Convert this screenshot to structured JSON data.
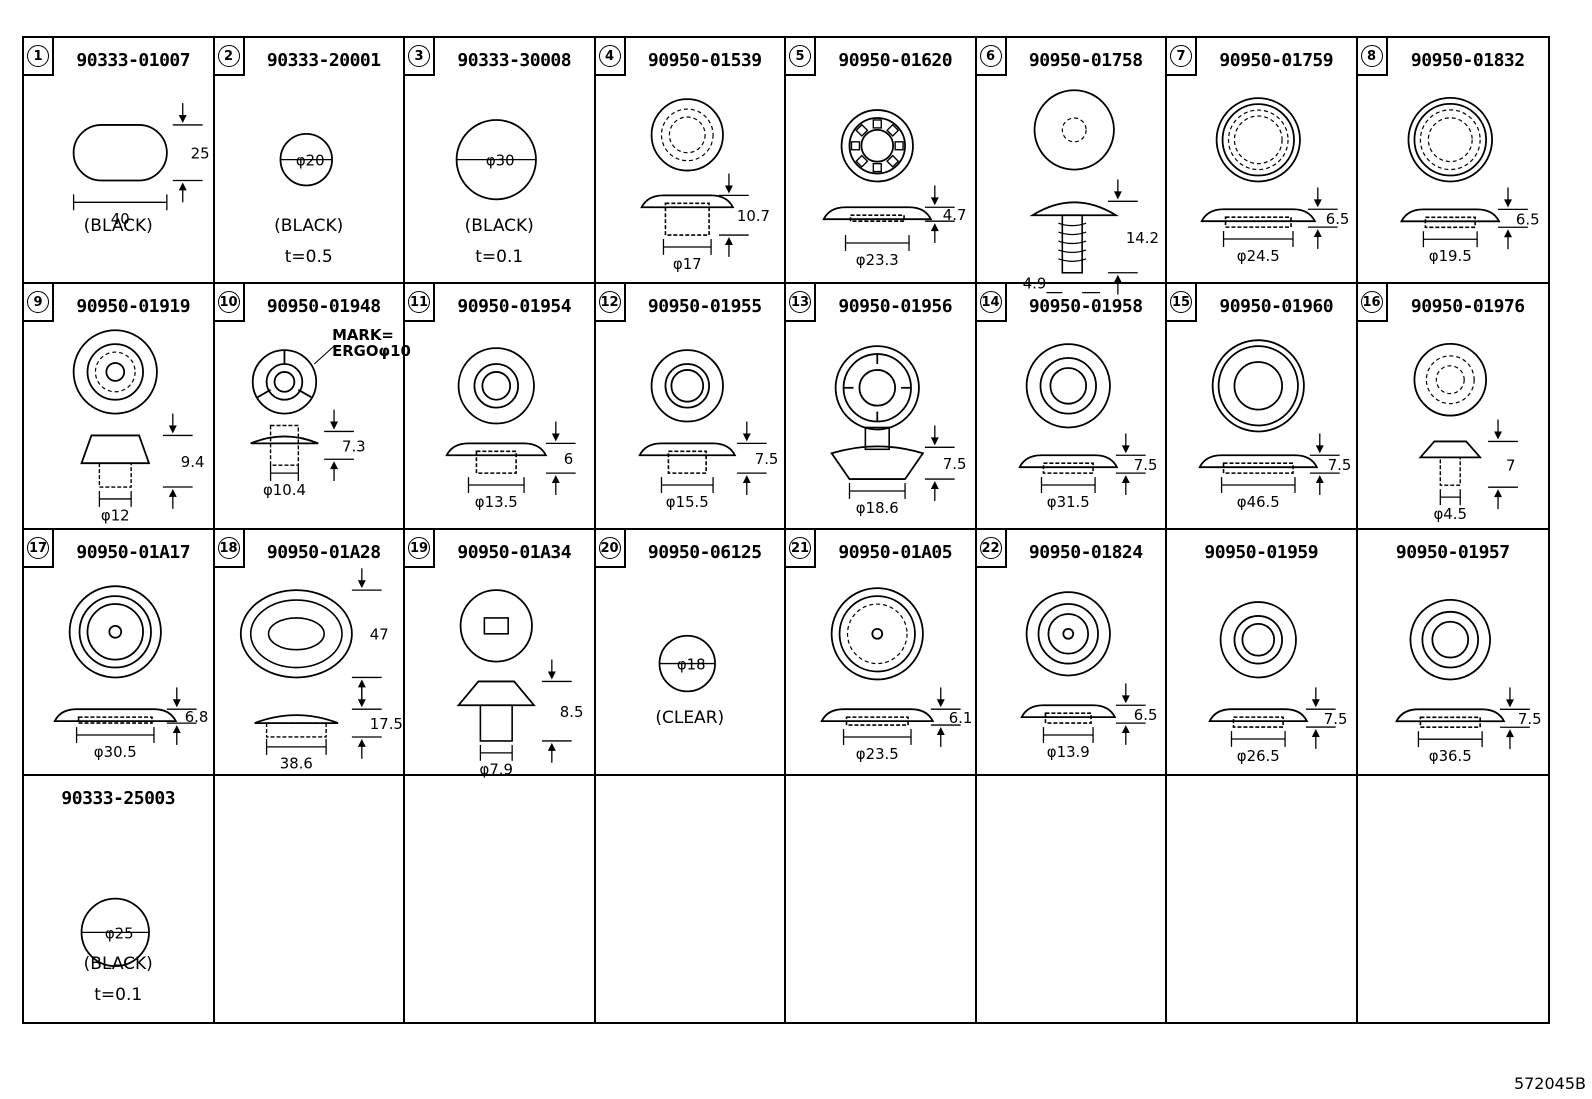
{
  "parts": [
    {
      "no": "1",
      "pn": "90333-01007",
      "dims": [
        "40",
        "25"
      ],
      "notes": [
        "(BLACK)"
      ]
    },
    {
      "no": "2",
      "pn": "90333-20001",
      "dims": [
        "φ20"
      ],
      "notes": [
        "(BLACK)",
        "t=0.5"
      ]
    },
    {
      "no": "3",
      "pn": "90333-30008",
      "dims": [
        "φ30"
      ],
      "notes": [
        "(BLACK)",
        "t=0.1"
      ]
    },
    {
      "no": "4",
      "pn": "90950-01539",
      "dims": [
        "10.7",
        "φ17"
      ]
    },
    {
      "no": "5",
      "pn": "90950-01620",
      "dims": [
        "4.7",
        "φ23.3"
      ]
    },
    {
      "no": "6",
      "pn": "90950-01758",
      "dims": [
        "14.2",
        "4.9"
      ]
    },
    {
      "no": "7",
      "pn": "90950-01759",
      "dims": [
        "6.5",
        "φ24.5"
      ]
    },
    {
      "no": "8",
      "pn": "90950-01832",
      "dims": [
        "6.5",
        "φ19.5"
      ]
    },
    {
      "no": "9",
      "pn": "90950-01919",
      "dims": [
        "9.4",
        "φ12"
      ]
    },
    {
      "no": "10",
      "pn": "90950-01948",
      "dims": [
        "7.3",
        "φ10.4"
      ],
      "mark": [
        "MARK=",
        "ERGOφ10"
      ]
    },
    {
      "no": "11",
      "pn": "90950-01954",
      "dims": [
        "6",
        "φ13.5"
      ]
    },
    {
      "no": "12",
      "pn": "90950-01955",
      "dims": [
        "7.5",
        "φ15.5"
      ]
    },
    {
      "no": "13",
      "pn": "90950-01956",
      "dims": [
        "7.5",
        "φ18.6"
      ]
    },
    {
      "no": "14",
      "pn": "90950-01958",
      "dims": [
        "7.5",
        "φ31.5"
      ]
    },
    {
      "no": "15",
      "pn": "90950-01960",
      "dims": [
        "7.5",
        "φ46.5"
      ]
    },
    {
      "no": "16",
      "pn": "90950-01976",
      "dims": [
        "7",
        "φ4.5"
      ]
    },
    {
      "no": "17",
      "pn": "90950-01A17",
      "dims": [
        "6.8",
        "φ30.5"
      ]
    },
    {
      "no": "18",
      "pn": "90950-01A28",
      "dims": [
        "17.5",
        "38.6",
        "47"
      ]
    },
    {
      "no": "19",
      "pn": "90950-01A34",
      "dims": [
        "8.5",
        "φ7.9"
      ]
    },
    {
      "no": "20",
      "pn": "90950-06125",
      "dims": [
        "φ18"
      ],
      "notes": [
        "(CLEAR)"
      ]
    },
    {
      "no": "21",
      "pn": "90950-01A05",
      "dims": [
        "6.1",
        "φ23.5"
      ]
    },
    {
      "no": "22",
      "pn": "90950-01824",
      "dims": [
        "6.5",
        "φ13.9"
      ]
    },
    {
      "no": "",
      "pn": "90950-01959",
      "dims": [
        "7.5",
        "φ26.5"
      ]
    },
    {
      "no": "",
      "pn": "90950-01957",
      "dims": [
        "7.5",
        "φ36.5"
      ]
    },
    {
      "no": "",
      "pn": "90333-25003",
      "dims": [
        "φ25"
      ],
      "notes": [
        "(BLACK)",
        "t=0.1"
      ]
    }
  ],
  "drawing_code": "572045B"
}
